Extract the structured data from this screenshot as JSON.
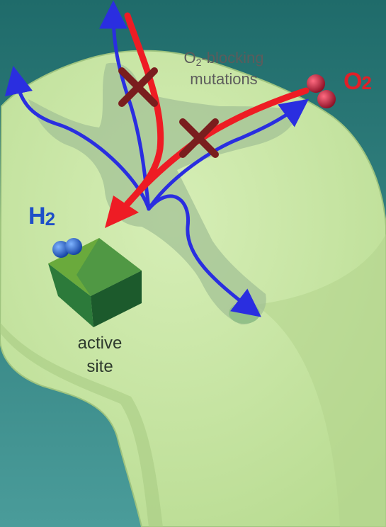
{
  "labels": {
    "o2_main": "O",
    "o2_sub": "2",
    "h2_main": "H",
    "h2_sub": "2",
    "mutations_o": "O",
    "mutations_sub": "2",
    "mutations_rest": "-blocking",
    "mutations_line2": "mutations",
    "active_line1": "active",
    "active_line2": "site"
  },
  "colors": {
    "background": "#2f7a78",
    "protein": "#c9e6a6",
    "tunnel": "#a9c79a",
    "o2_path": "#ee1c24",
    "h2_path": "#2a2ee0",
    "block_x": "#7a1e1e",
    "o2_molecule": "#b01a35",
    "h2_molecule": "#1e56c8",
    "active_site_cube": "#1f6a3a"
  },
  "icons": {
    "o2_molecule": "o2-molecule-icon",
    "h2_molecule": "h2-molecule-icon",
    "blocking_mark": "x-mark-icon",
    "active_site": "cube-icon"
  }
}
